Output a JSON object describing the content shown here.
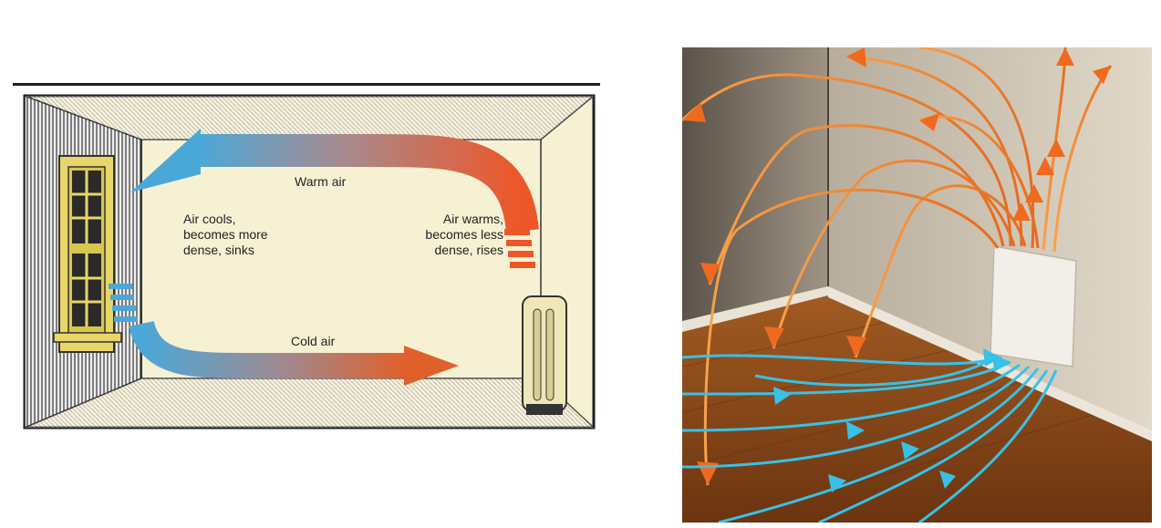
{
  "left_diagram": {
    "warm_label": "Warm air",
    "cold_label": "Cold air",
    "cooling_label": "Air cools,\nbecomes more\ndense, sinks",
    "warming_label": "Air warms,\nbecomes less\ndense, rises"
  },
  "colors": {
    "warm": "#e8542a",
    "cold": "#4aa8d8",
    "wall": "#f5efcf",
    "floor": "#b5692c"
  }
}
